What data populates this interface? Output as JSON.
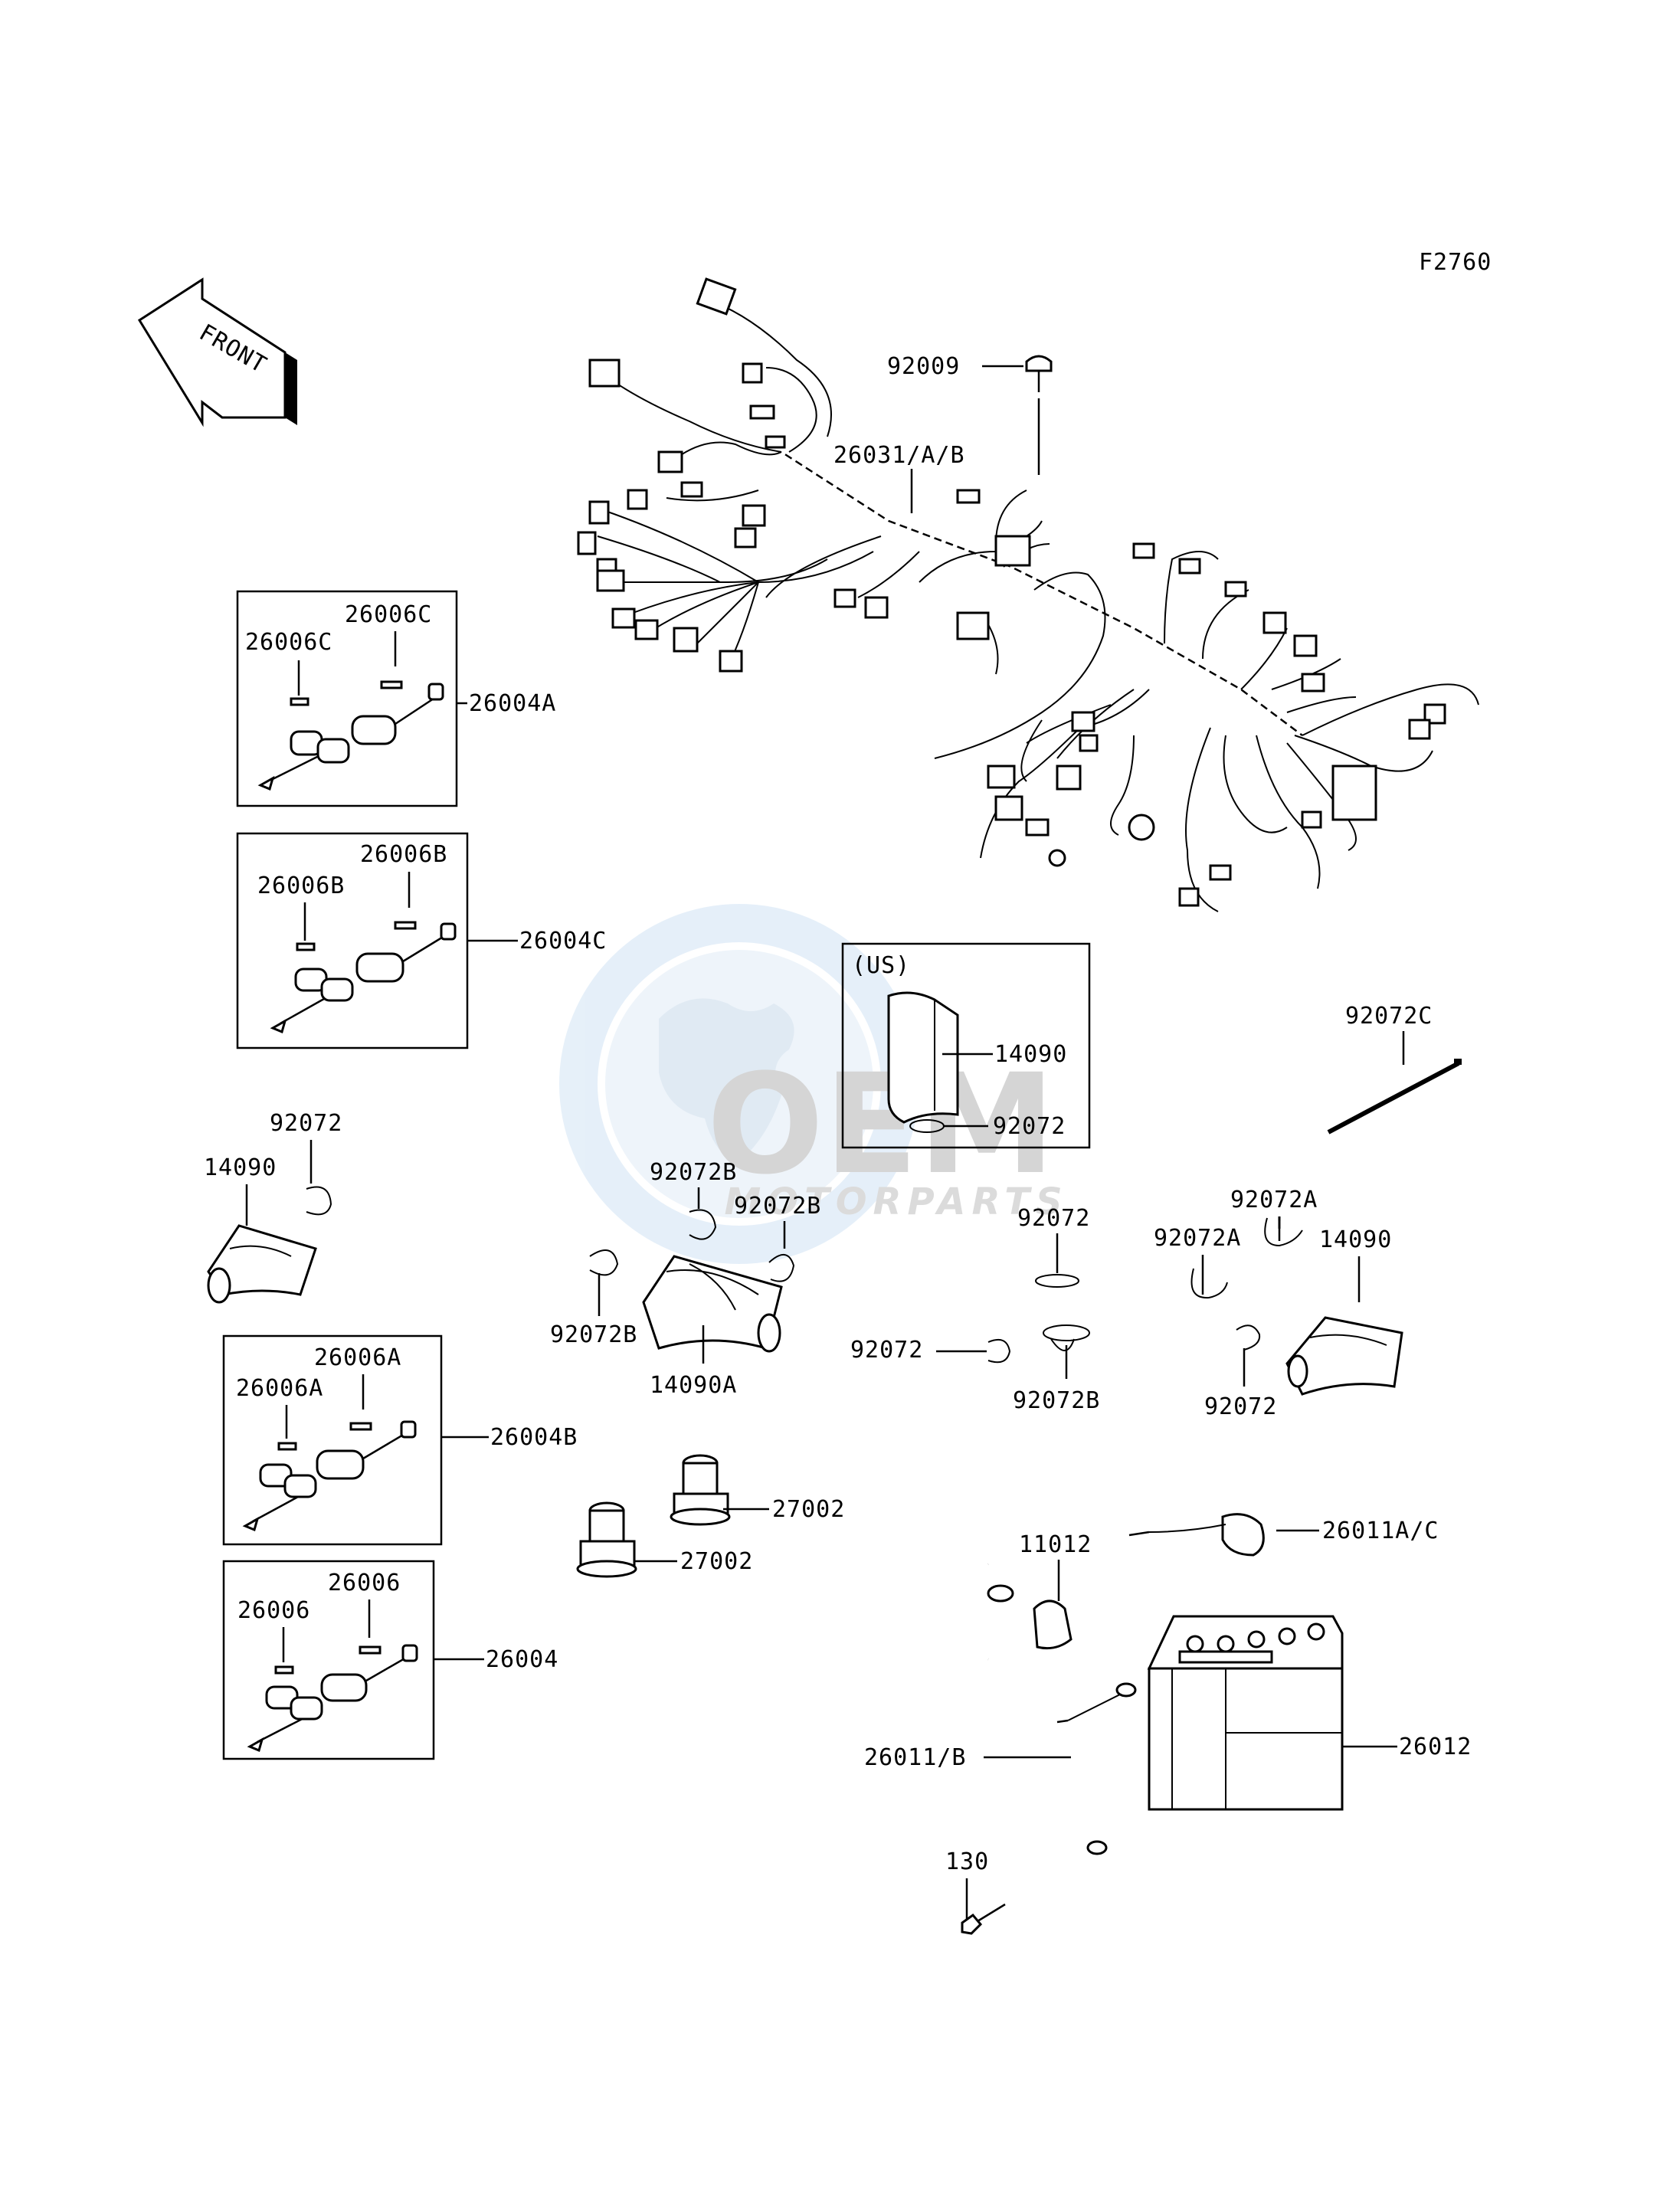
{
  "figure_code": "F2760",
  "front_label": "FRONT",
  "watermark": {
    "brand": "OEM",
    "sub": "MOTORPARTS"
  },
  "us_label": "(US)",
  "labels": {
    "p92009": "92009",
    "p26031": "26031/A/B",
    "p26006C_left": "26006C",
    "p26006C_right": "26006C",
    "p26004A": "26004A",
    "p26006B_left": "26006B",
    "p26006B_right": "26006B",
    "p26004C": "26004C",
    "p14090_us": "14090",
    "p92072_us": "92072",
    "p92072C": "92072C",
    "p92072_left": "92072",
    "p14090_left": "14090",
    "p92072B_top": "92072B",
    "p92072B_right": "92072B",
    "p92072B_left": "92072B",
    "p14090A": "14090A",
    "p92072_mid_top": "92072",
    "p92072_mid_left": "92072",
    "p92072B_mid": "92072B",
    "p92072A_top": "92072A",
    "p92072A_left": "92072A",
    "p14090_right": "14090",
    "p92072_right": "92072",
    "p26006A_left": "26006A",
    "p26006A_right": "26006A",
    "p26004B": "26004B",
    "p27002_upper": "27002",
    "p27002_lower": "27002",
    "p26006_left": "26006",
    "p26006_right": "26006",
    "p26004": "26004",
    "p11012": "11012",
    "p26011AC": "26011A/C",
    "p26012": "26012",
    "p26011B": "26011/B",
    "p130": "130"
  }
}
